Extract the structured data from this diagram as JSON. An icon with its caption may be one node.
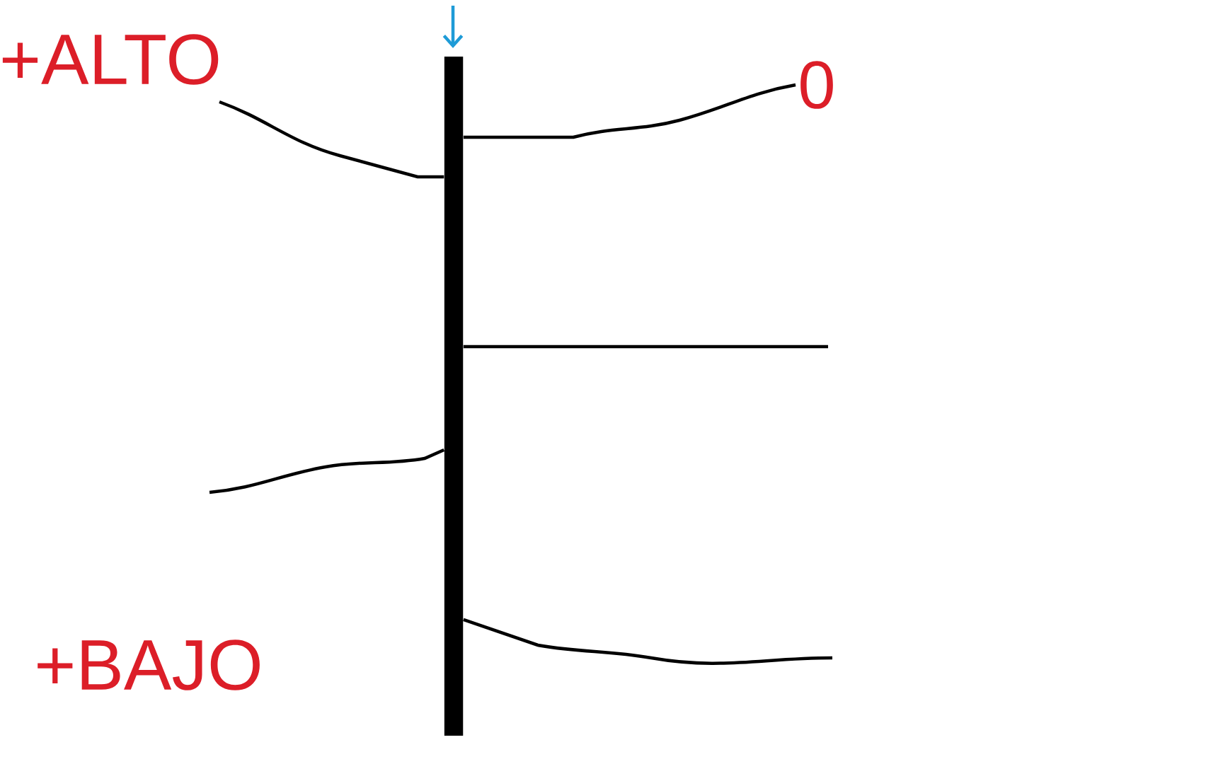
{
  "diagram": {
    "nodes": [
      {
        "text": [],
        "shape": "bar"
      },
      {
        "text": [
          "0"
        ]
      }
    ],
    "edges": [
      {
        "from": 0,
        "to": null,
        "arrow": "none"
      },
      {
        "from": 0,
        "to": 1,
        "arrow": "none"
      },
      {
        "from": 0,
        "to": null,
        "arrow": "none"
      },
      {
        "from": 0,
        "to": null,
        "arrow": "none"
      },
      {
        "from": 0,
        "to": null,
        "arrow": "none"
      }
    ],
    "labels": [
      "+ALTO",
      "+BAJO"
    ]
  }
}
